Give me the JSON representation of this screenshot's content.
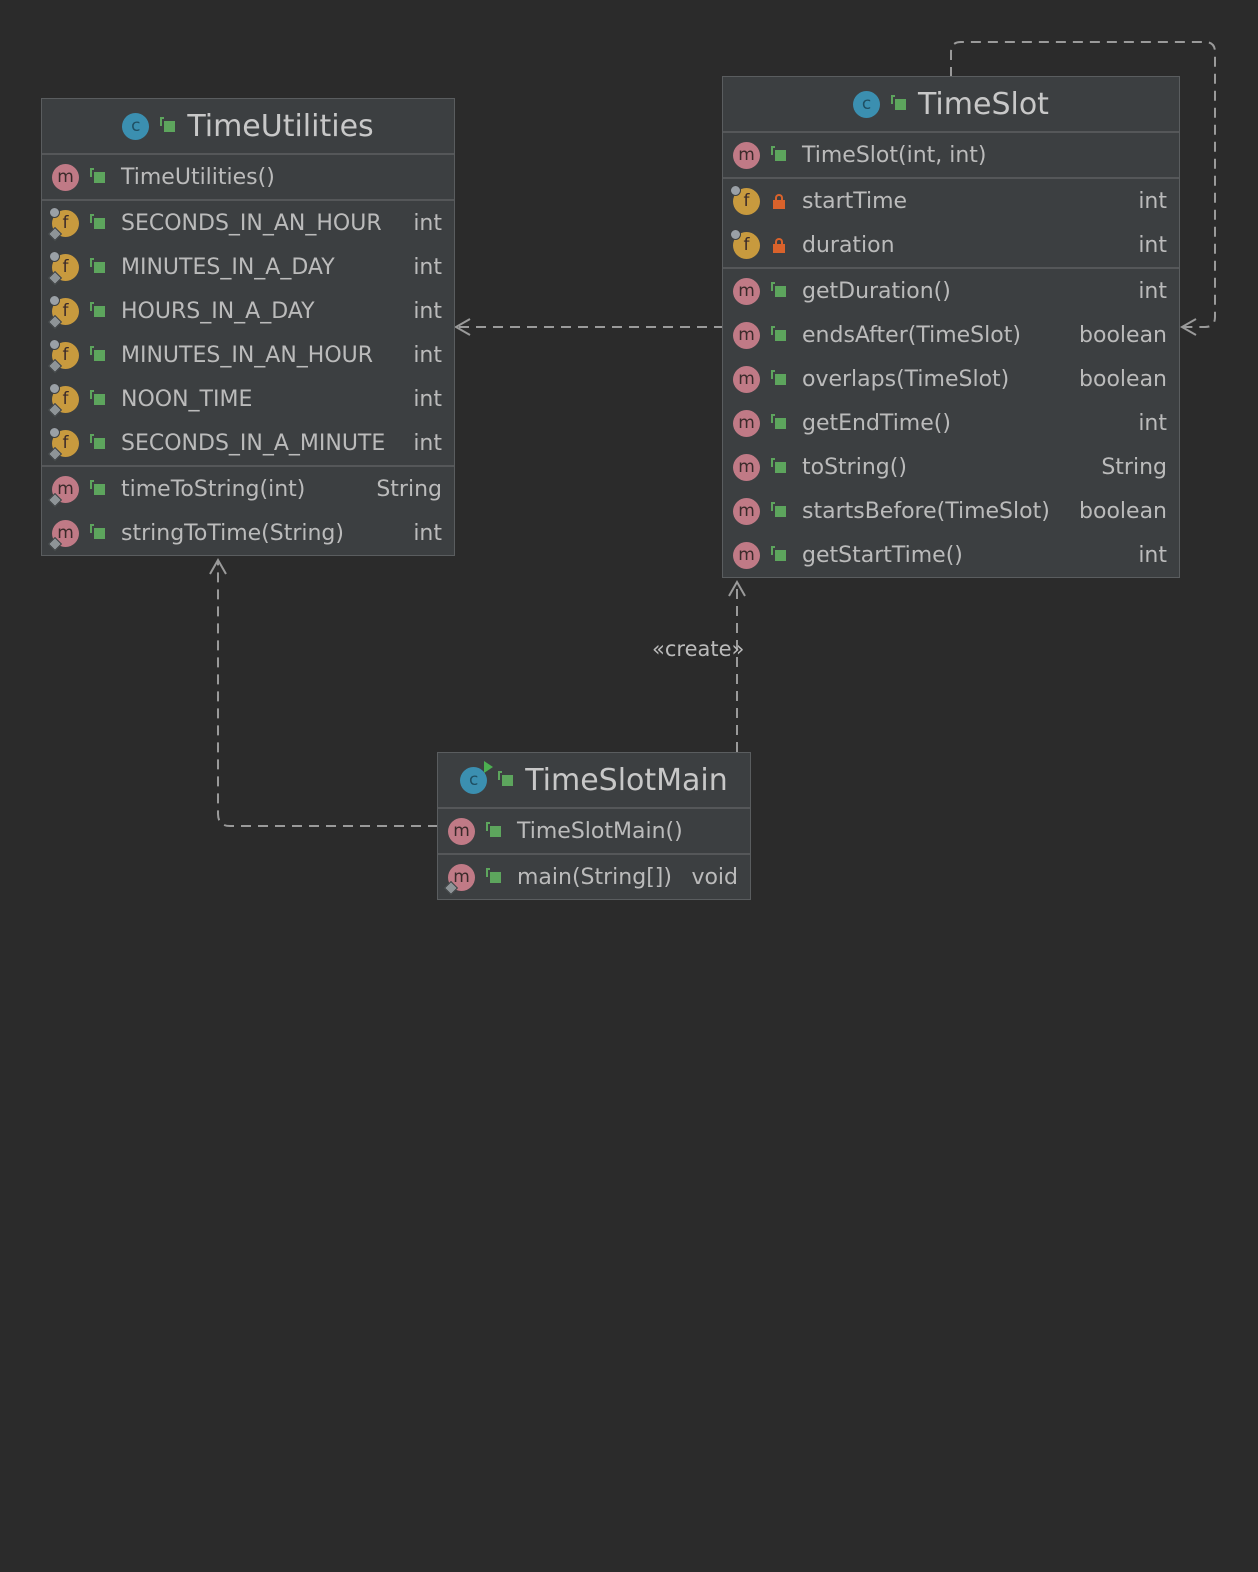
{
  "edges": {
    "create_label": "«create»"
  },
  "classes": {
    "time_utilities": {
      "title": "TimeUtilities",
      "constructors": [
        {
          "name": "TimeUtilities()",
          "type": ""
        }
      ],
      "fields": [
        {
          "name": "SECONDS_IN_AN_HOUR",
          "type": "int"
        },
        {
          "name": "MINUTES_IN_A_DAY",
          "type": "int"
        },
        {
          "name": "HOURS_IN_A_DAY",
          "type": "int"
        },
        {
          "name": "MINUTES_IN_AN_HOUR",
          "type": "int"
        },
        {
          "name": "NOON_TIME",
          "type": "int"
        },
        {
          "name": "SECONDS_IN_A_MINUTE",
          "type": "int"
        }
      ],
      "methods": [
        {
          "name": "timeToString(int)",
          "type": "String"
        },
        {
          "name": "stringToTime(String)",
          "type": "int"
        }
      ]
    },
    "time_slot": {
      "title": "TimeSlot",
      "constructors": [
        {
          "name": "TimeSlot(int, int)",
          "type": ""
        }
      ],
      "fields": [
        {
          "name": "startTime",
          "type": "int"
        },
        {
          "name": "duration",
          "type": "int"
        }
      ],
      "methods": [
        {
          "name": "getDuration()",
          "type": "int"
        },
        {
          "name": "endsAfter(TimeSlot)",
          "type": "boolean"
        },
        {
          "name": "overlaps(TimeSlot)",
          "type": "boolean"
        },
        {
          "name": "getEndTime()",
          "type": "int"
        },
        {
          "name": "toString()",
          "type": "String"
        },
        {
          "name": "startsBefore(TimeSlot)",
          "type": "boolean"
        },
        {
          "name": "getStartTime()",
          "type": "int"
        }
      ]
    },
    "time_slot_main": {
      "title": "TimeSlotMain",
      "constructors": [
        {
          "name": "TimeSlotMain()",
          "type": ""
        }
      ],
      "methods": [
        {
          "name": "main(String[])",
          "type": "void"
        }
      ]
    }
  }
}
